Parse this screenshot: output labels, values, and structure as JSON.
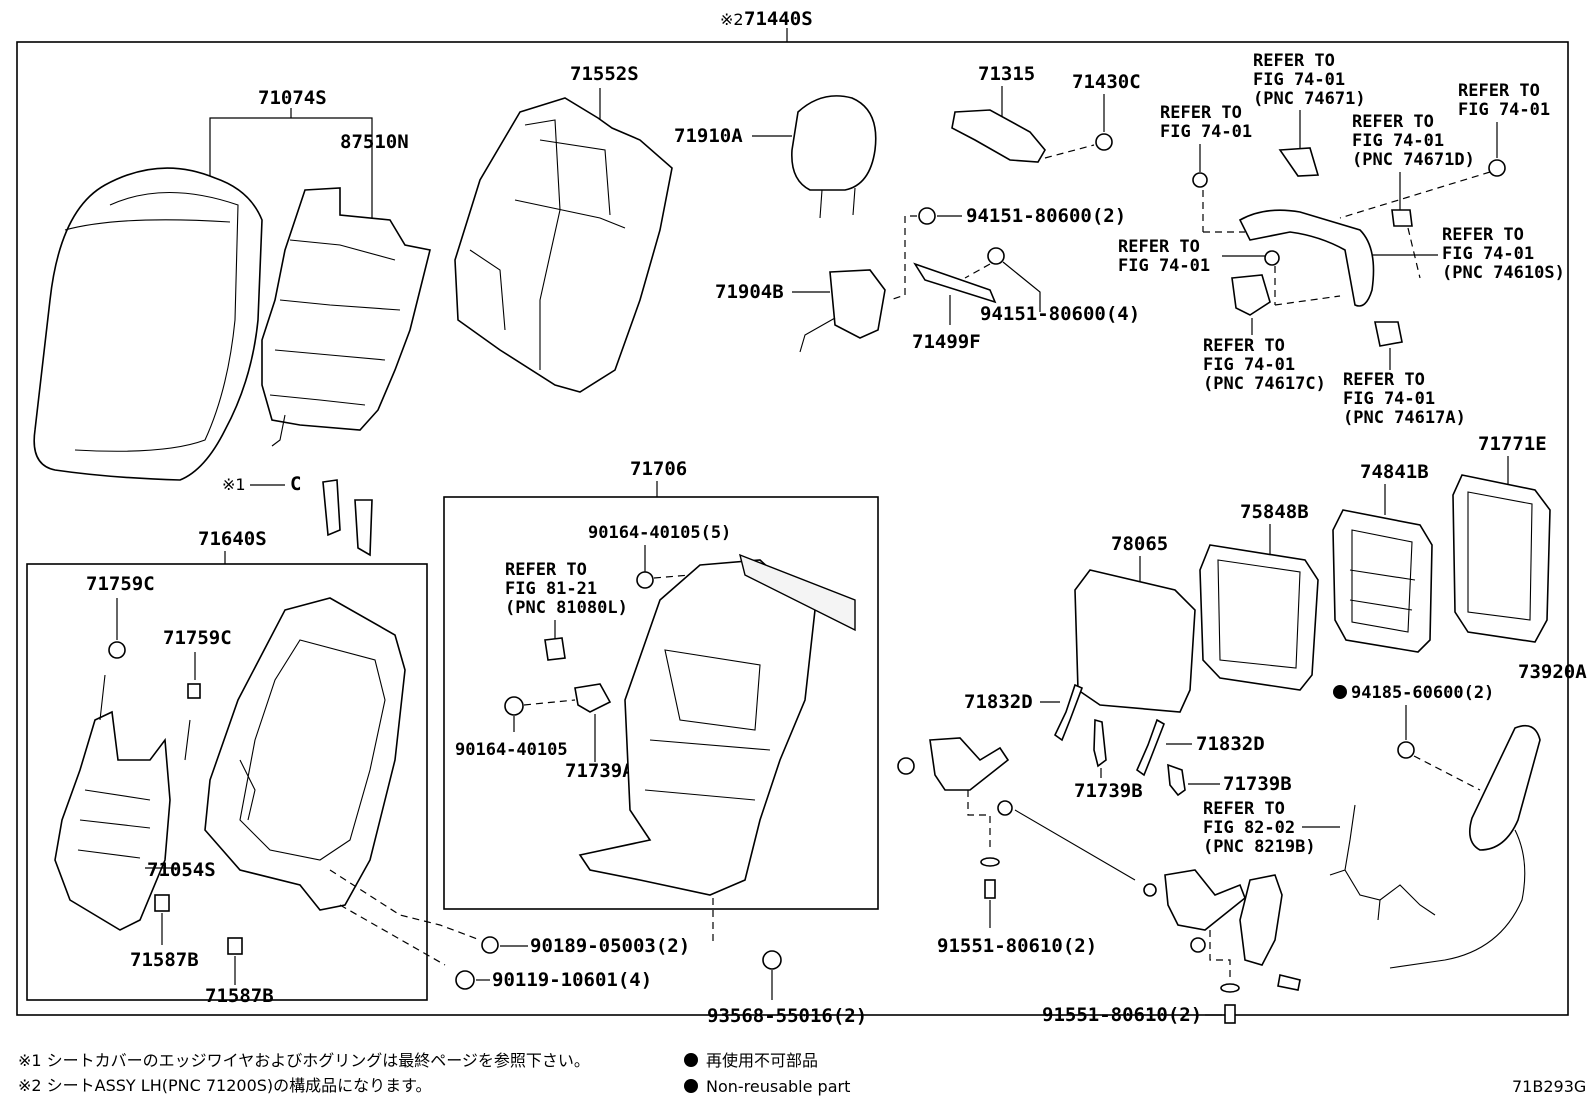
{
  "diagram_code": "71B293G",
  "assembly": {
    "label": "71440S",
    "mark": "※2"
  },
  "labels": {
    "p71074S": "71074S",
    "p87510N": "87510N",
    "p71552S": "71552S",
    "p71910A": "71910A",
    "p71315": "71315",
    "p71430C": "71430C",
    "p94151_80600_2": "94151-80600(2)",
    "p71904B": "71904B",
    "p94151_80600_4": "94151-80600(4)",
    "p71499F": "71499F",
    "p71640S": "71640S",
    "p71759C_a": "71759C",
    "p71759C_b": "71759C",
    "p71054S": "71054S",
    "p71587B_a": "71587B",
    "p71587B_b": "71587B",
    "p71706": "71706",
    "p90164_40105_5": "90164-40105(5)",
    "p90164_40105": "90164-40105",
    "p71739A": "71739A)",
    "p90189_05003": "90189-05003(2)",
    "p90119_10601": "90119-10601(4)",
    "p93568_55016": "93568-55016(2)",
    "p78065": "78065",
    "p75848B": "75848B",
    "p74841B": "74841B",
    "p71771E": "71771E",
    "p94185_60600": "94185-60600(2)",
    "p73920A": "73920A",
    "p71832D_a": "71832D",
    "p71832D_b": "71832D",
    "p71739B_a": "71739B",
    "p71739B_b": "71739B",
    "p91551_80610_a": "91551-80610(2)",
    "p91551_80610_b": "91551-80610(2)",
    "c_mark": "※1",
    "c_letter": "C"
  },
  "refers": {
    "r_fig81_21": [
      "REFER TO",
      "FIG 81-21",
      "(PNC 81080L)"
    ],
    "r_74671": [
      "REFER TO",
      "FIG 74-01",
      "(PNC 74671)"
    ],
    "r_7401_a": [
      "REFER TO",
      "FIG 74-01"
    ],
    "r_74671D": [
      "REFER TO",
      "FIG 74-01",
      "(PNC 74671D)"
    ],
    "r_7401_b": [
      "REFER TO",
      "FIG 74-01"
    ],
    "r_7401_c": [
      "REFER TO",
      "FIG 74-01"
    ],
    "r_74610S": [
      "REFER TO",
      "FIG 74-01",
      "(PNC 74610S)"
    ],
    "r_74617C": [
      "REFER TO",
      "FIG 74-01",
      "(PNC 74617C)"
    ],
    "r_74617A": [
      "REFER TO",
      "FIG 74-01",
      "(PNC 74617A)"
    ],
    "r_fig82_02": [
      "REFER TO",
      "FIG 82-02",
      "(PNC 8219B)"
    ]
  },
  "footnotes": {
    "note1": "※1 シートカバーのエッジワイヤおよびホグリングは最終ページを参照下さい。",
    "note2": "※2 シートASSY LH(PNC 71200S)の構成品になります。",
    "legend_jp": "再使用不可部品",
    "legend_en": "Non-reusable part"
  }
}
